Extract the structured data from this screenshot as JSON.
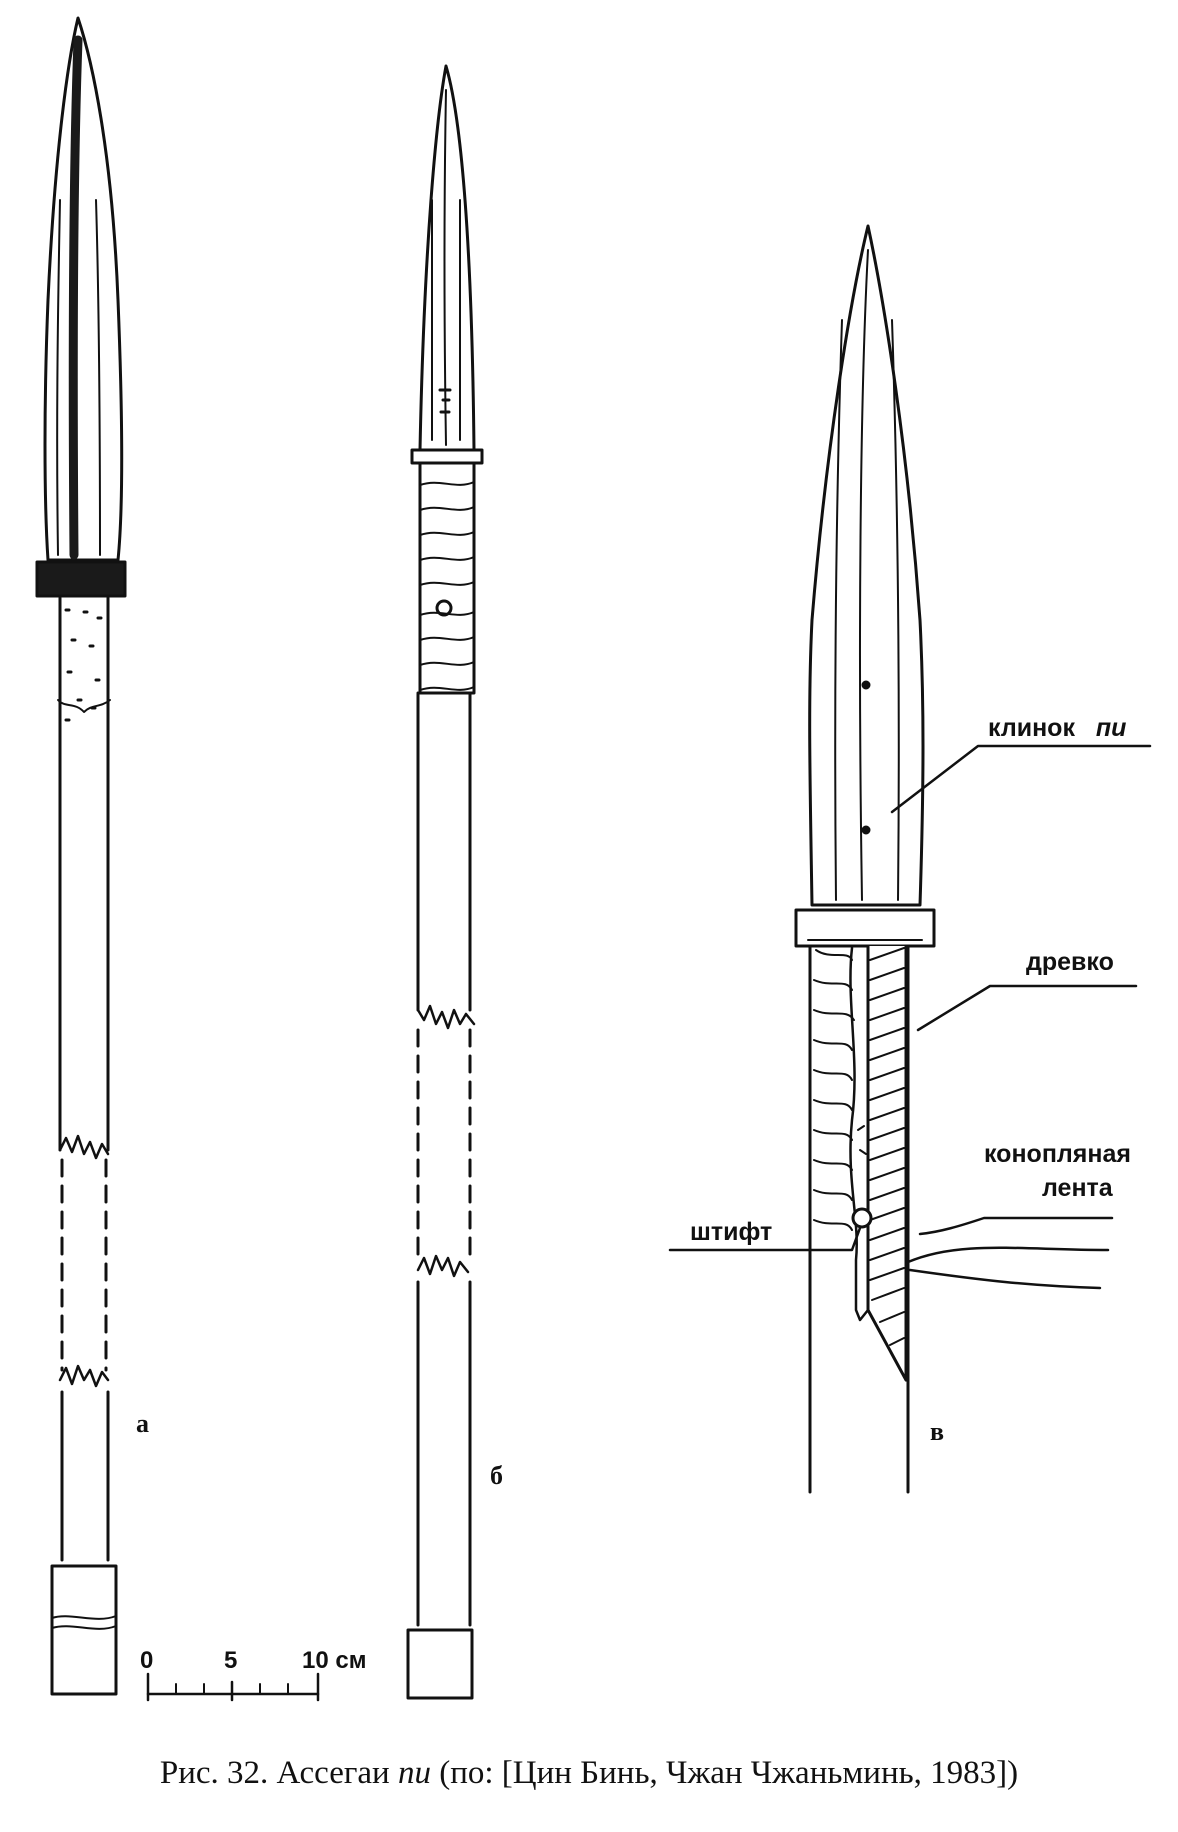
{
  "figure": {
    "caption_prefix": "Рис. 32. Ассегаи ",
    "caption_term": "пи",
    "caption_suffix": " (по: [Цин Бинь, Чжан Чжаньминь, 1983])"
  },
  "spears": {
    "a": {
      "letter": "а"
    },
    "b": {
      "letter": "б"
    },
    "c": {
      "letter": "в"
    }
  },
  "callouts": {
    "blade": {
      "word": "клинок",
      "term": "пи"
    },
    "shaft": "древко",
    "tape_line1": "конопляная",
    "tape_line2": "лента",
    "pin": "штифт"
  },
  "scale": {
    "tick_0": "0",
    "tick_5": "5",
    "tick_10": "10 см"
  }
}
